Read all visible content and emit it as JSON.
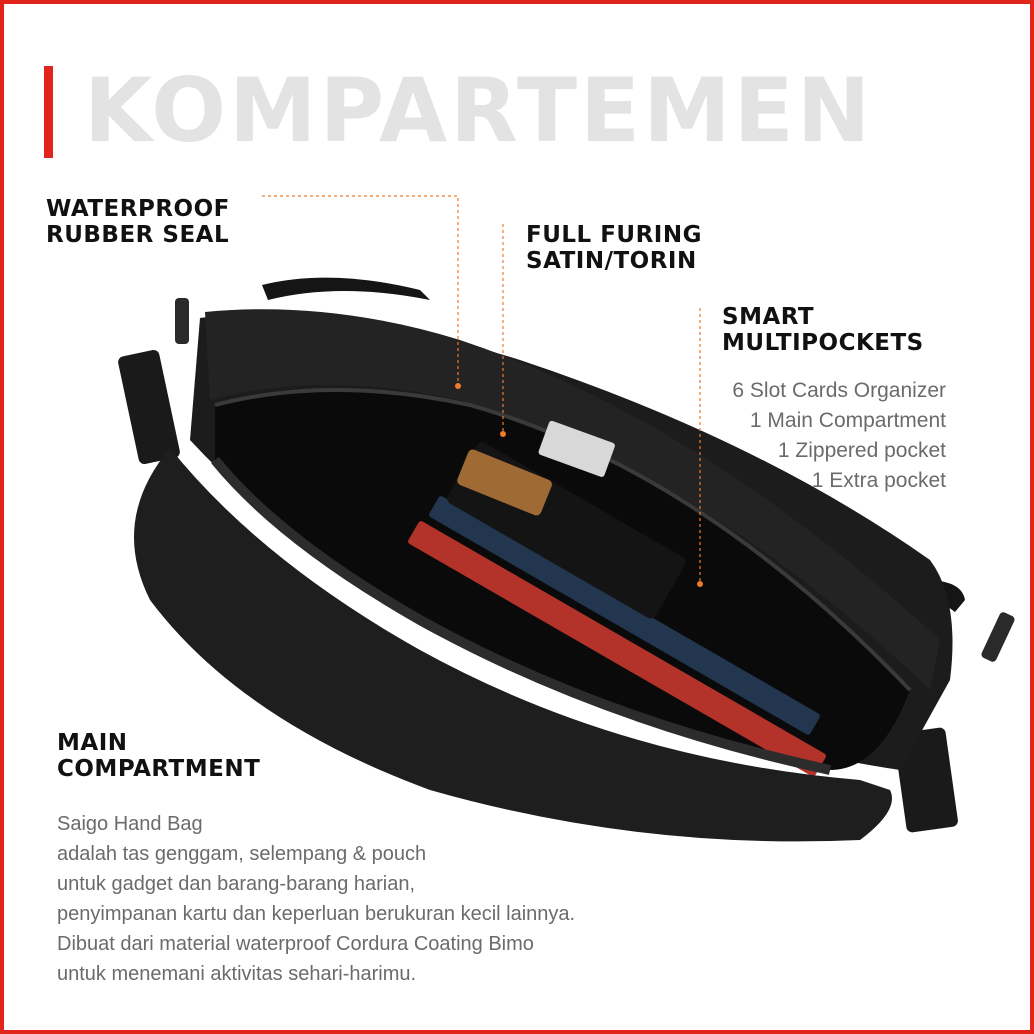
{
  "title": "KOMPARTEMEN",
  "colors": {
    "frame": "#e1251b",
    "accent_line": "#f07a2a",
    "title": "#e3e3e3",
    "label": "#111111",
    "body_text": "#6b6b6b"
  },
  "callouts": {
    "waterproof": {
      "line1": "WATERPROOF",
      "line2": "RUBBER SEAL"
    },
    "furing": {
      "line1": "FULL FURING",
      "line2": "SATIN/TORIN"
    },
    "smart": {
      "line1": "SMART",
      "line2": "MULTIPOCKETS"
    },
    "main": {
      "line1": "MAIN",
      "line2": "COMPARTMENT"
    }
  },
  "smart_features": [
    "6 Slot Cards Organizer",
    "1 Main Compartment",
    "1 Zippered pocket",
    "1 Extra pocket"
  ],
  "description": [
    "Saigo Hand Bag",
    "adalah tas genggam, selempang & pouch",
    "untuk gadget dan barang-barang harian,",
    "penyimpanan kartu dan keperluan berukuran kecil lainnya.",
    "Dibuat dari material waterproof Cordura Coating Bimo",
    "untuk menemani aktivitas sehari-harimu."
  ]
}
